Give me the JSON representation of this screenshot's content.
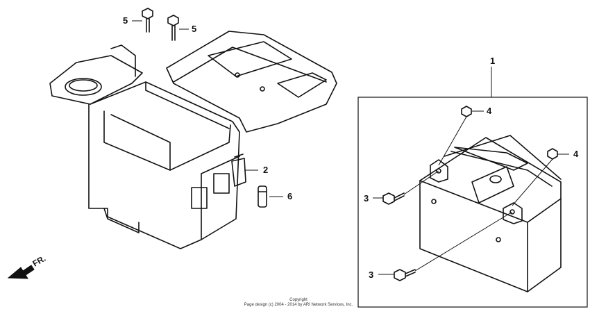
{
  "labels": {
    "battery": "1",
    "band": "2",
    "bolt_terminal": "3",
    "nut": "4",
    "bolt": "5",
    "fuse": "6"
  },
  "direction_marker": "FR.",
  "copyright": {
    "line1": "Copyright",
    "line2": "Page design (c) 2004 - 2014 by ARI Network Services, Inc."
  }
}
